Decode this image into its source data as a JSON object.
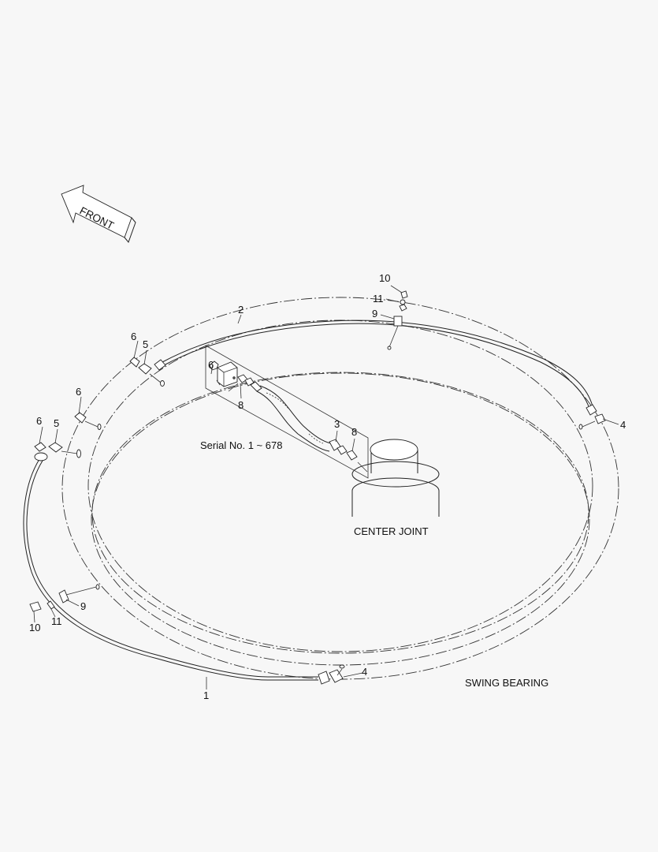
{
  "labels": {
    "front": "FRONT",
    "serial": "Serial No. 1 ~ 678",
    "center_joint": "CENTER JOINT",
    "swing_bearing": "SWING BEARING"
  },
  "callouts": {
    "p1": "1",
    "p2": "2",
    "p3": "3",
    "p4a": "4",
    "p4b": "4",
    "p5a": "5",
    "p5b": "5",
    "p6a": "6",
    "p6b": "6",
    "p6c": "6",
    "p6d": "6",
    "p8a": "8",
    "p8b": "8",
    "p9a": "9",
    "p9b": "9",
    "p10a": "10",
    "p10b": "10",
    "p11a": "11",
    "p11b": "11"
  }
}
